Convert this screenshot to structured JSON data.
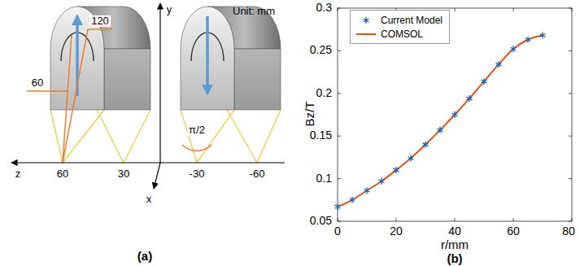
{
  "diagram": {
    "labels": [
      "y",
      "Unit: mm",
      "120",
      "60",
      "z",
      "60",
      "30",
      "x",
      "-30",
      "-60",
      "π/2",
      "(a)",
      "0.3",
      "0.25",
      "0.2",
      "0.15",
      "0.1",
      "0.05",
      "0",
      "20",
      "40",
      "60",
      "80",
      "Bz/T",
      "r/mm",
      "(b)"
    ],
    "legend": [
      {
        "text": "Current Model"
      },
      {
        "text": "COMSOL"
      }
    ]
  }
}
